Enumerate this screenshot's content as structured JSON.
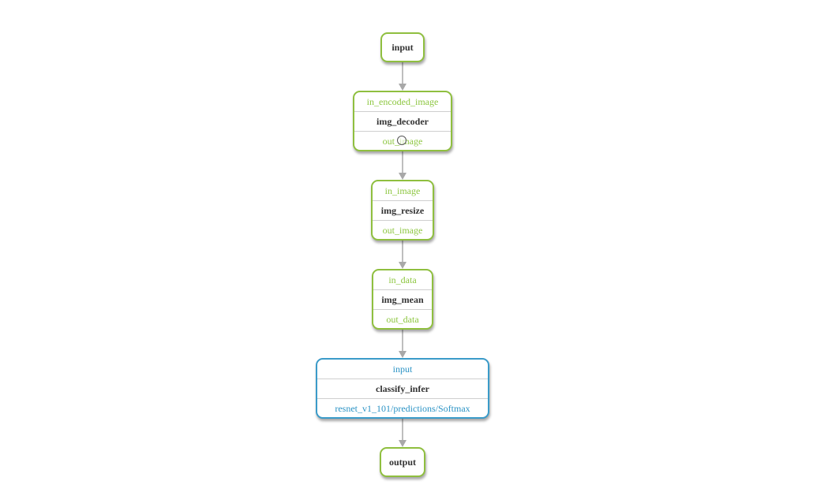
{
  "colors": {
    "node_green": "#8fbf3f",
    "port_green": "#8cc63f",
    "node_blue": "#3b9bc9",
    "port_blue": "#2b93c5",
    "edge": "#a8a8a8"
  },
  "graph": {
    "nodes": [
      {
        "id": "input",
        "label": "input"
      },
      {
        "id": "img_decoder",
        "in_port": "in_encoded_image",
        "label": "img_decoder",
        "out_port": "out_image"
      },
      {
        "id": "img_resize",
        "in_port": "in_image",
        "label": "img_resize",
        "out_port": "out_image"
      },
      {
        "id": "img_mean",
        "in_port": "in_data",
        "label": "img_mean",
        "out_port": "out_data"
      },
      {
        "id": "classify_infer",
        "in_port": "input",
        "label": "classify_infer",
        "out_port": "resnet_v1_101/predictions/Softmax"
      },
      {
        "id": "output",
        "label": "output"
      }
    ],
    "edges": [
      {
        "from": "input",
        "to": "img_decoder"
      },
      {
        "from": "img_decoder",
        "to": "img_resize"
      },
      {
        "from": "img_resize",
        "to": "img_mean"
      },
      {
        "from": "img_mean",
        "to": "classify_infer"
      },
      {
        "from": "classify_infer",
        "to": "output"
      }
    ]
  }
}
